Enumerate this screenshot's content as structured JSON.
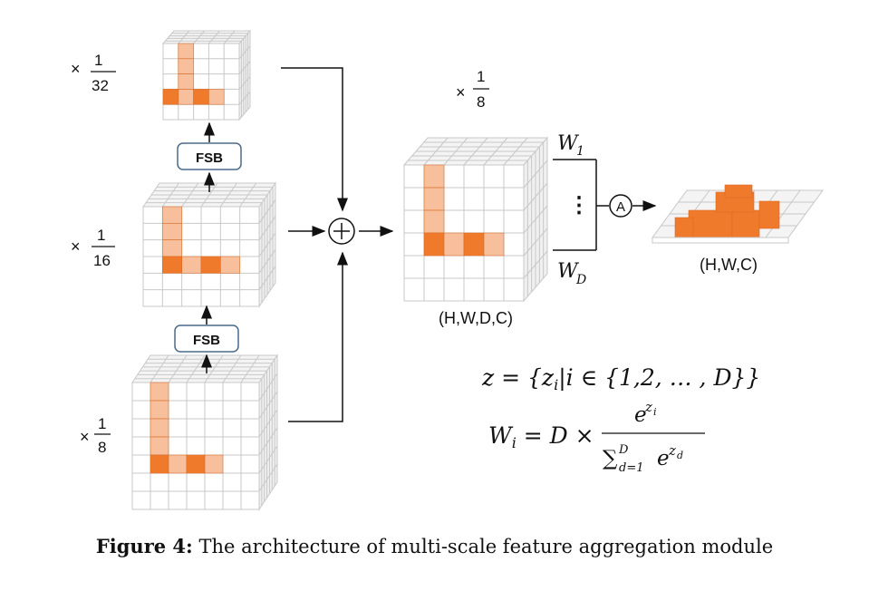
{
  "scale_labels": {
    "top": {
      "prefix": "×",
      "num": "1",
      "den": "32"
    },
    "middle": {
      "prefix": "×",
      "num": "1",
      "den": "16"
    },
    "bottom": {
      "prefix": "×",
      "num": "1",
      "den": "8"
    },
    "aggregate": {
      "prefix": "×",
      "num": "1",
      "den": "8"
    }
  },
  "fsb_label": "FSB",
  "sum_symbol": "⊕",
  "aggregation_symbol": "A",
  "weights": {
    "first_base": "W",
    "first_sub": "1",
    "last_base": "W",
    "last_sub": "D",
    "ellipsis": "⋮"
  },
  "shape_labels": {
    "volume": "(H,W,D,C)",
    "output": "(H,W,C)"
  },
  "equations": {
    "z_line": "z = {zᵢ | i ∈ {1,2, … , D}}",
    "w_lhs": "Wᵢ = D ×",
    "w_numerator": "e",
    "w_numerator_exp": "zᵢ",
    "w_denominator": "∑",
    "w_denominator_upper": "D",
    "w_denominator_lower": "d=1",
    "w_denominator_term": "e",
    "w_denominator_exp": "z_d"
  },
  "caption": {
    "label": "Figure 4:",
    "text": "The architecture of multi-scale feature aggregation module"
  },
  "colors": {
    "cube_orange": "#f07a2c",
    "cube_orange_light": "#f6b48a",
    "grid_line": "#c8c8c8",
    "fsb_border": "#4a6a8a"
  }
}
